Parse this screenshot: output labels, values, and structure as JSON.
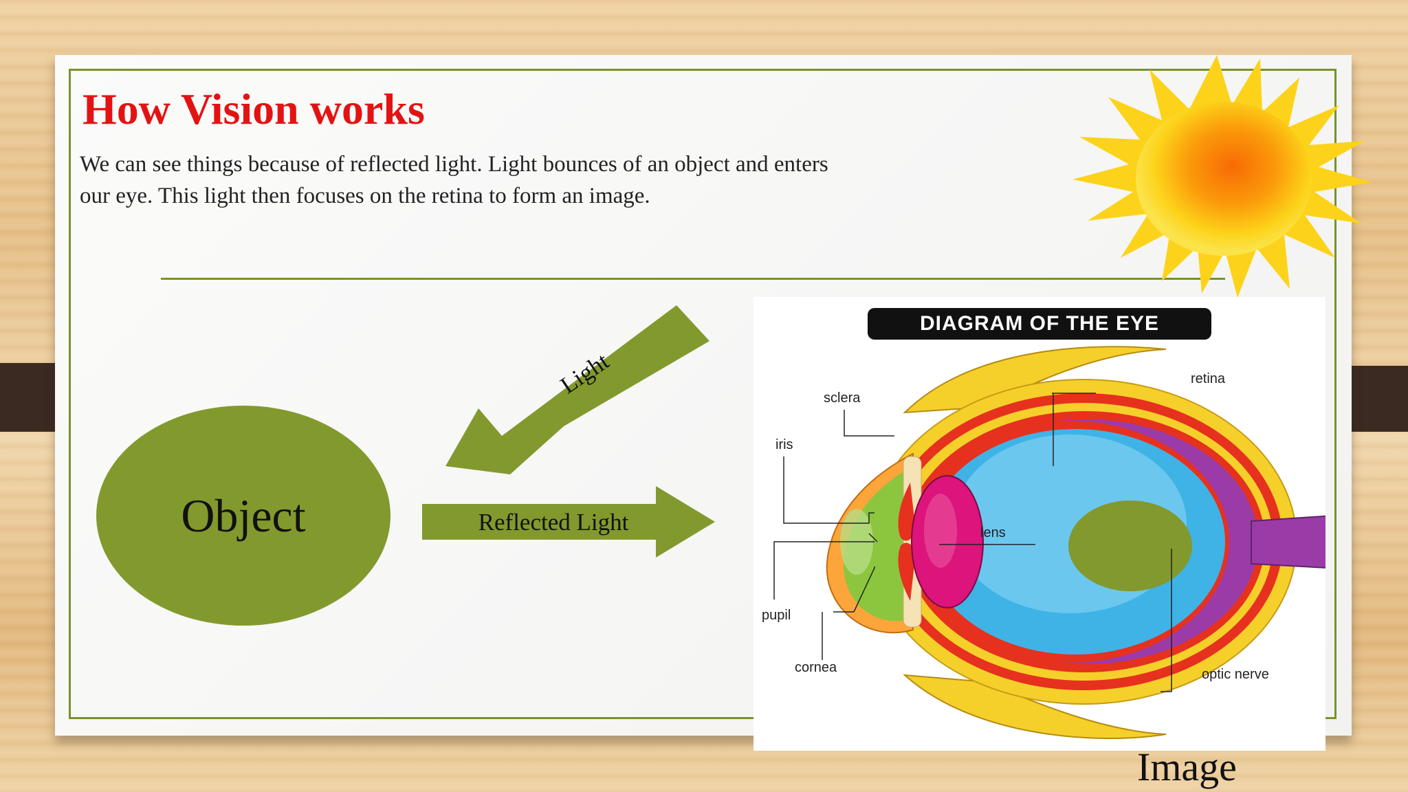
{
  "slide": {
    "title": "How Vision works",
    "body_lines": [
      "We can see things because of reflected light.  Light bounces of an object and enters",
      "our eye.  This light then focuses on the retina to form an image."
    ],
    "colors": {
      "title": "#e41313",
      "accent_green": "#82992e",
      "frame": "#77922c"
    }
  },
  "diagram": {
    "object_label": "Object",
    "light_arrow_label": "Light",
    "reflected_arrow_label": "Reflected Light",
    "image_label": "Image"
  },
  "eye_diagram": {
    "title": "DIAGRAM OF THE EYE",
    "labels": {
      "sclera": "sclera",
      "iris": "iris",
      "retina": "retina",
      "lens": "lens",
      "pupil": "pupil",
      "cornea": "cornea",
      "optic_nerve": "optic nerve"
    }
  }
}
